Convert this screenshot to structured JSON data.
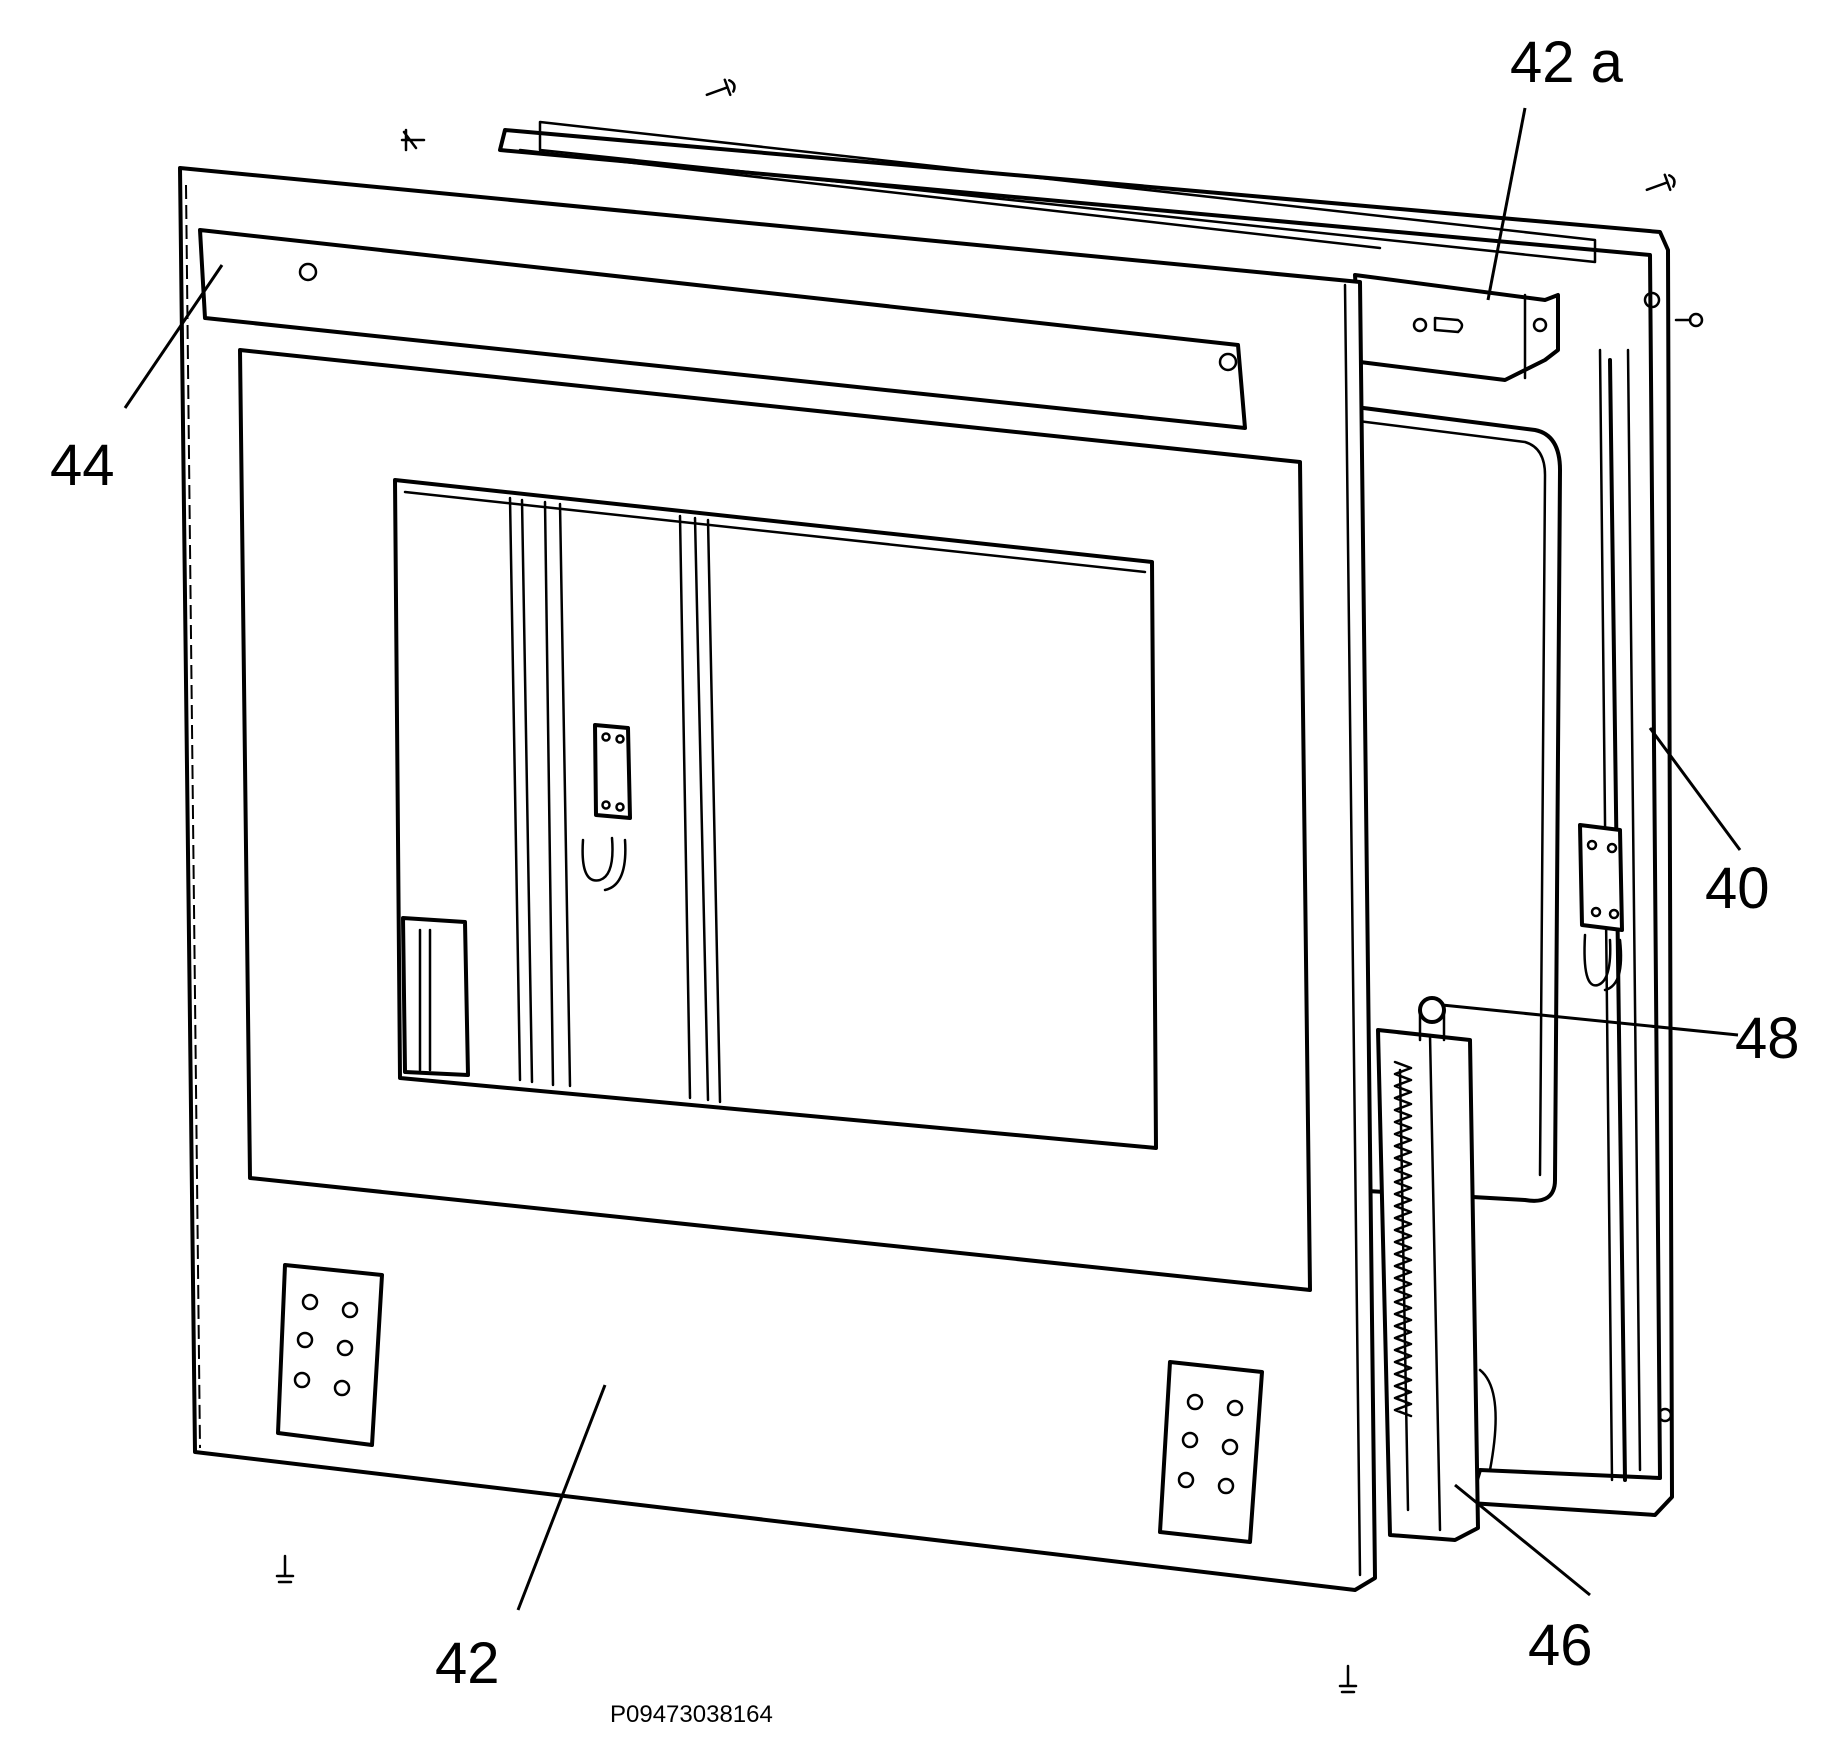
{
  "figure": {
    "id_code": "P09473038164",
    "reference_labels": {
      "door_frame_rear": "40",
      "front_panel": "42",
      "top_bracket": "42 a",
      "top_trim_strip": "44",
      "hinge_assembly": "46",
      "hinge_pin": "48"
    }
  }
}
